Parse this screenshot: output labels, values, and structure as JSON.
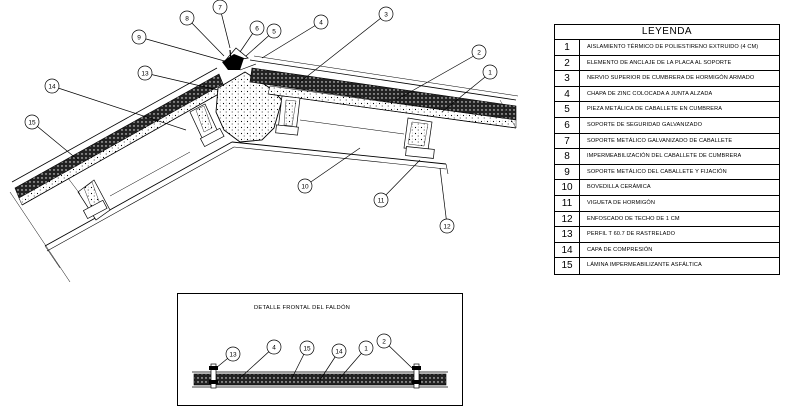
{
  "legend": {
    "title": "LEYENDA",
    "items": [
      {
        "num": "1",
        "text": "AISLAMIENTO TÉRMICO DE POLIESTIRENO EXTRUIDO (4 CM)"
      },
      {
        "num": "2",
        "text": "ELEMENTO DE ANCLAJE DE LA PLACA AL SOPORTE"
      },
      {
        "num": "3",
        "text": "NERVIO SUPERIOR DE CUMBRERA DE HORMIGÓN ARMADO"
      },
      {
        "num": "4",
        "text": "CHAPA DE ZINC COLOCADA A JUNTA ALZADA"
      },
      {
        "num": "5",
        "text": "PIEZA METÁLICA DE CABALLETE EN CUMBRERA"
      },
      {
        "num": "6",
        "text": "SOPORTE DE SEGURIDAD GALVANIZADO"
      },
      {
        "num": "7",
        "text": "SOPORTE METÁLICO GALVANIZADO DE CABALLETE"
      },
      {
        "num": "8",
        "text": "IMPERMEABILIZACIÓN DEL CABALLETE DE CUMBRERA"
      },
      {
        "num": "9",
        "text": "SOPORTE METÁLICO DEL CABALLETE Y FIJACIÓN"
      },
      {
        "num": "10",
        "text": "BOVEDILLA CERÁMICA"
      },
      {
        "num": "11",
        "text": "VIGUETA DE HORMIGÓN"
      },
      {
        "num": "12",
        "text": "ENFOSCADO DE TECHO DE 1 CM"
      },
      {
        "num": "13",
        "text": "PERFIL T 60.7 DE RASTRELADO"
      },
      {
        "num": "14",
        "text": "CAPA DE COMPRESIÓN"
      },
      {
        "num": "15",
        "text": "LÁMINA IMPERMEABILIZANTE ASFÁLTICA"
      }
    ]
  },
  "detail": {
    "title": "DETALLE FRONTAL DEL FALDÓN",
    "callouts": [
      "13",
      "4",
      "15",
      "14",
      "1",
      "2"
    ]
  },
  "section_callouts": [
    "1",
    "2",
    "3",
    "4",
    "5",
    "6",
    "7",
    "8",
    "9",
    "10",
    "11",
    "12",
    "13",
    "14",
    "15"
  ]
}
